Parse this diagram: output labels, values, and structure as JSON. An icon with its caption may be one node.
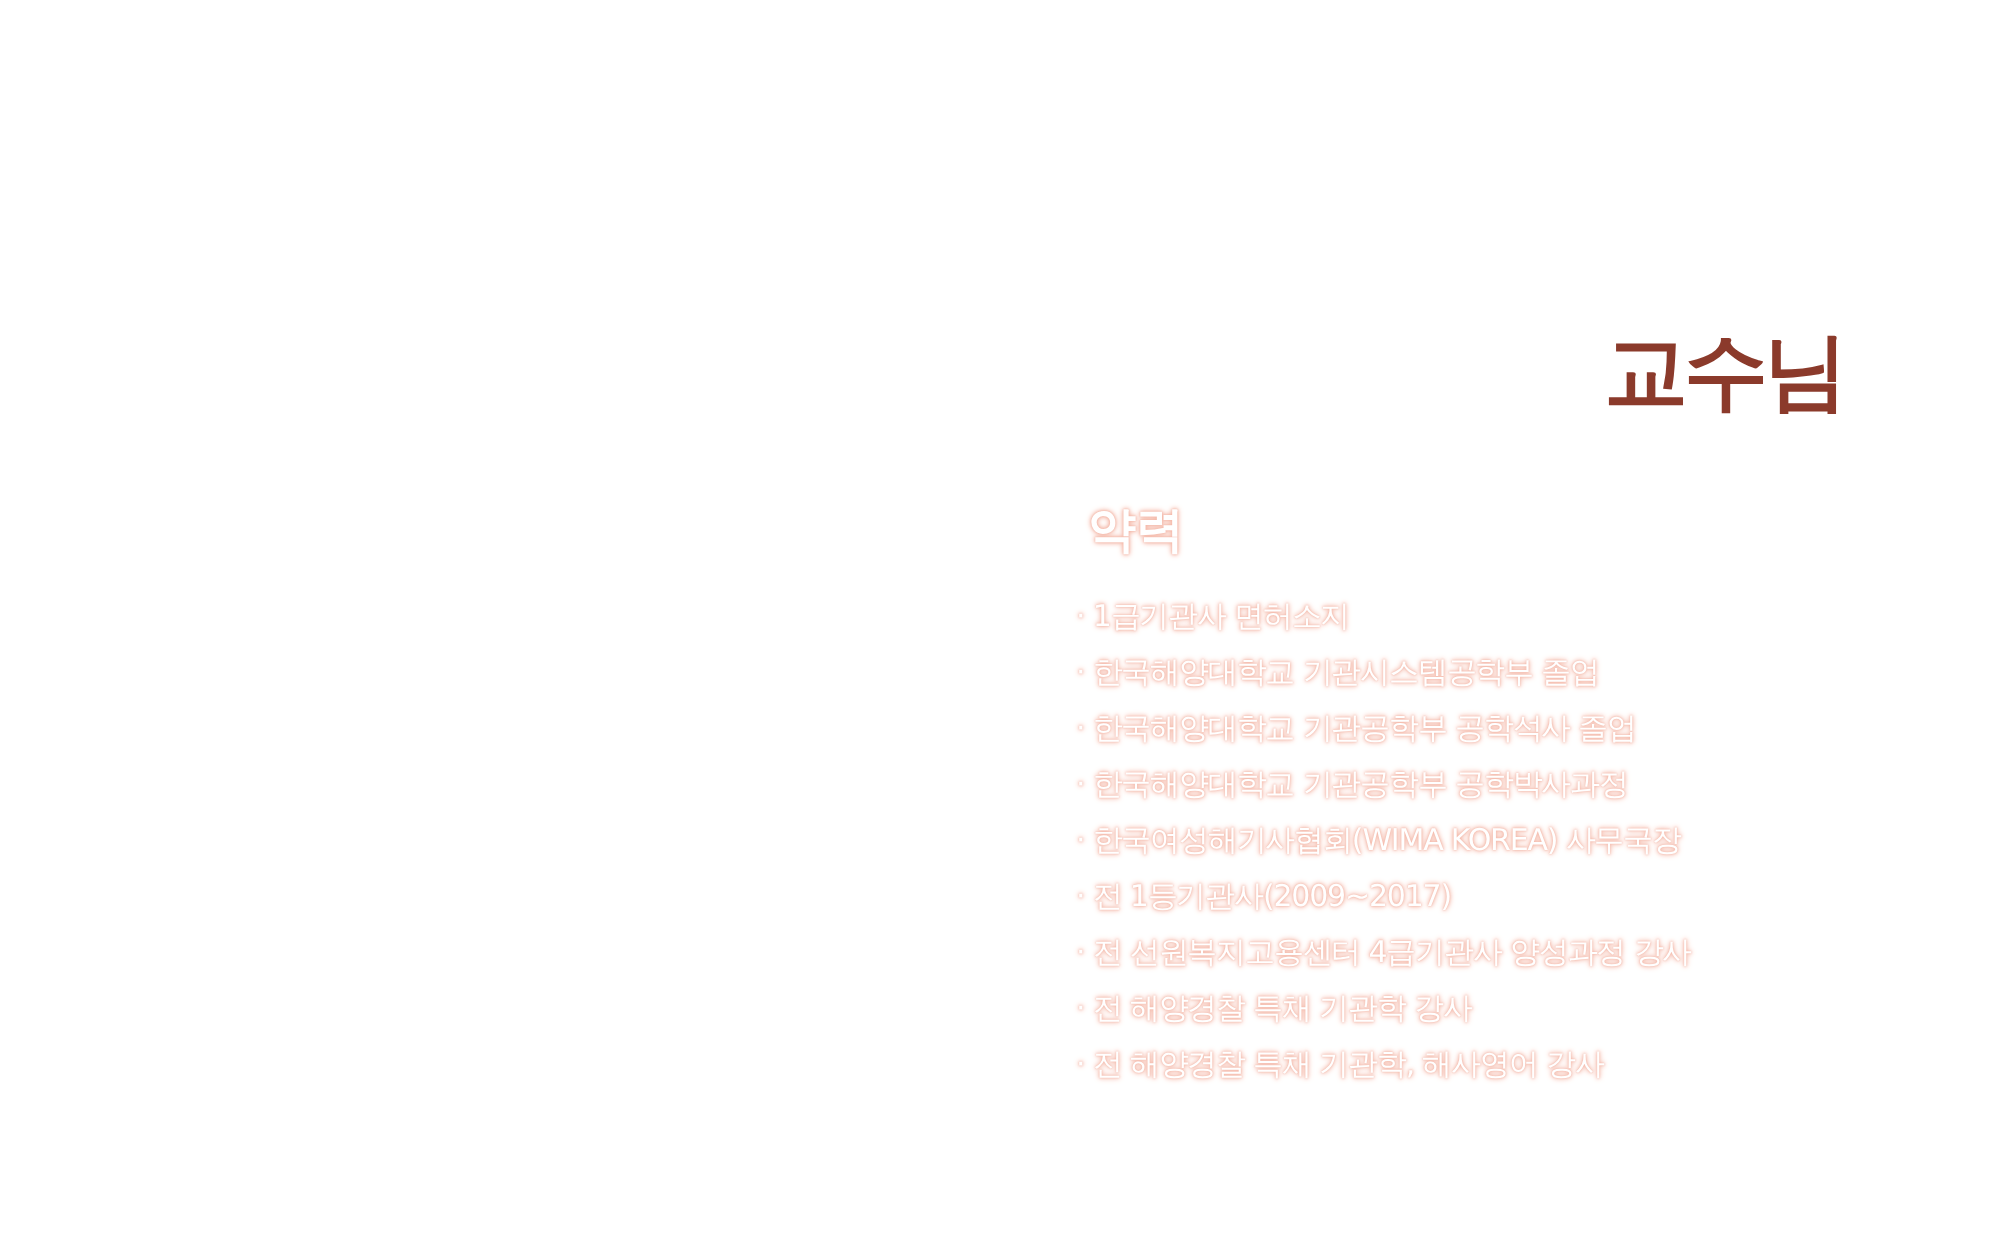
{
  "diagram": {
    "title": "교수님",
    "labels": [
      "약력",
      "· 1급기관사 면허소지",
      "· 한국해양대학교 기관시스템공학부 졸업",
      "· 한국해양대학교 기관공학부 공학석사 졸업",
      "· 한국해양대학교 기관공학부 공학박사과정",
      "· 한국여성해기사협회(WIMA KOREA) 사무국장",
      "· 전 1등기관사(2009~2017)",
      "· 전 선원복지고용센터 4급기관사 양성과정 강사",
      "· 전 해양경찰 특채 기관학 강사",
      "· 전 해양경찰 특채 기관학, 해사영어 강사"
    ]
  }
}
